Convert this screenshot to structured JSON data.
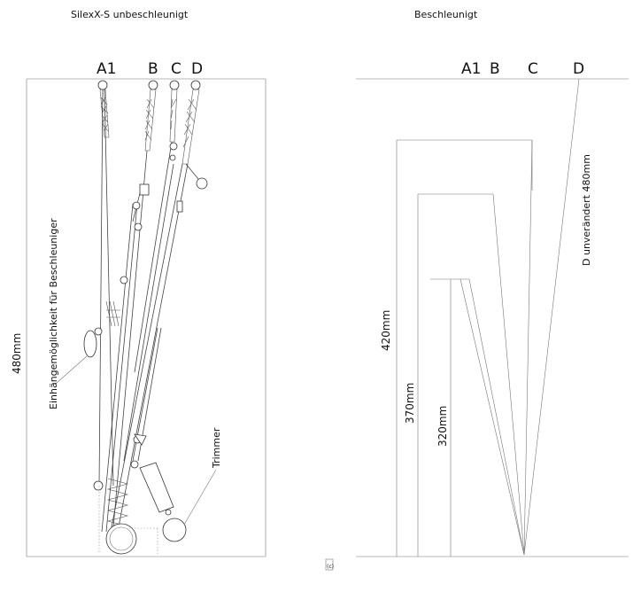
{
  "left_diagram": {
    "title": "SilexX-S  unbeschleunigt",
    "line_labels": [
      "A1",
      "B",
      "C",
      "D"
    ],
    "height_label": "480mm",
    "annotation_accelerator": "Einhängemöglichkeit für Beschleuniger",
    "annotation_trimmer": "Trimmer"
  },
  "right_diagram": {
    "title": "Beschleunigt",
    "line_labels": [
      "A1",
      "B",
      "C",
      "D"
    ],
    "heights": [
      {
        "line": "C",
        "label": "420mm",
        "value_mm": 420
      },
      {
        "line": "B",
        "label": "370mm",
        "value_mm": 370
      },
      {
        "line": "A1",
        "label": "320mm",
        "value_mm": 320
      }
    ],
    "d_label": "D unverändert 480mm"
  },
  "footer_mark": "(c)"
}
